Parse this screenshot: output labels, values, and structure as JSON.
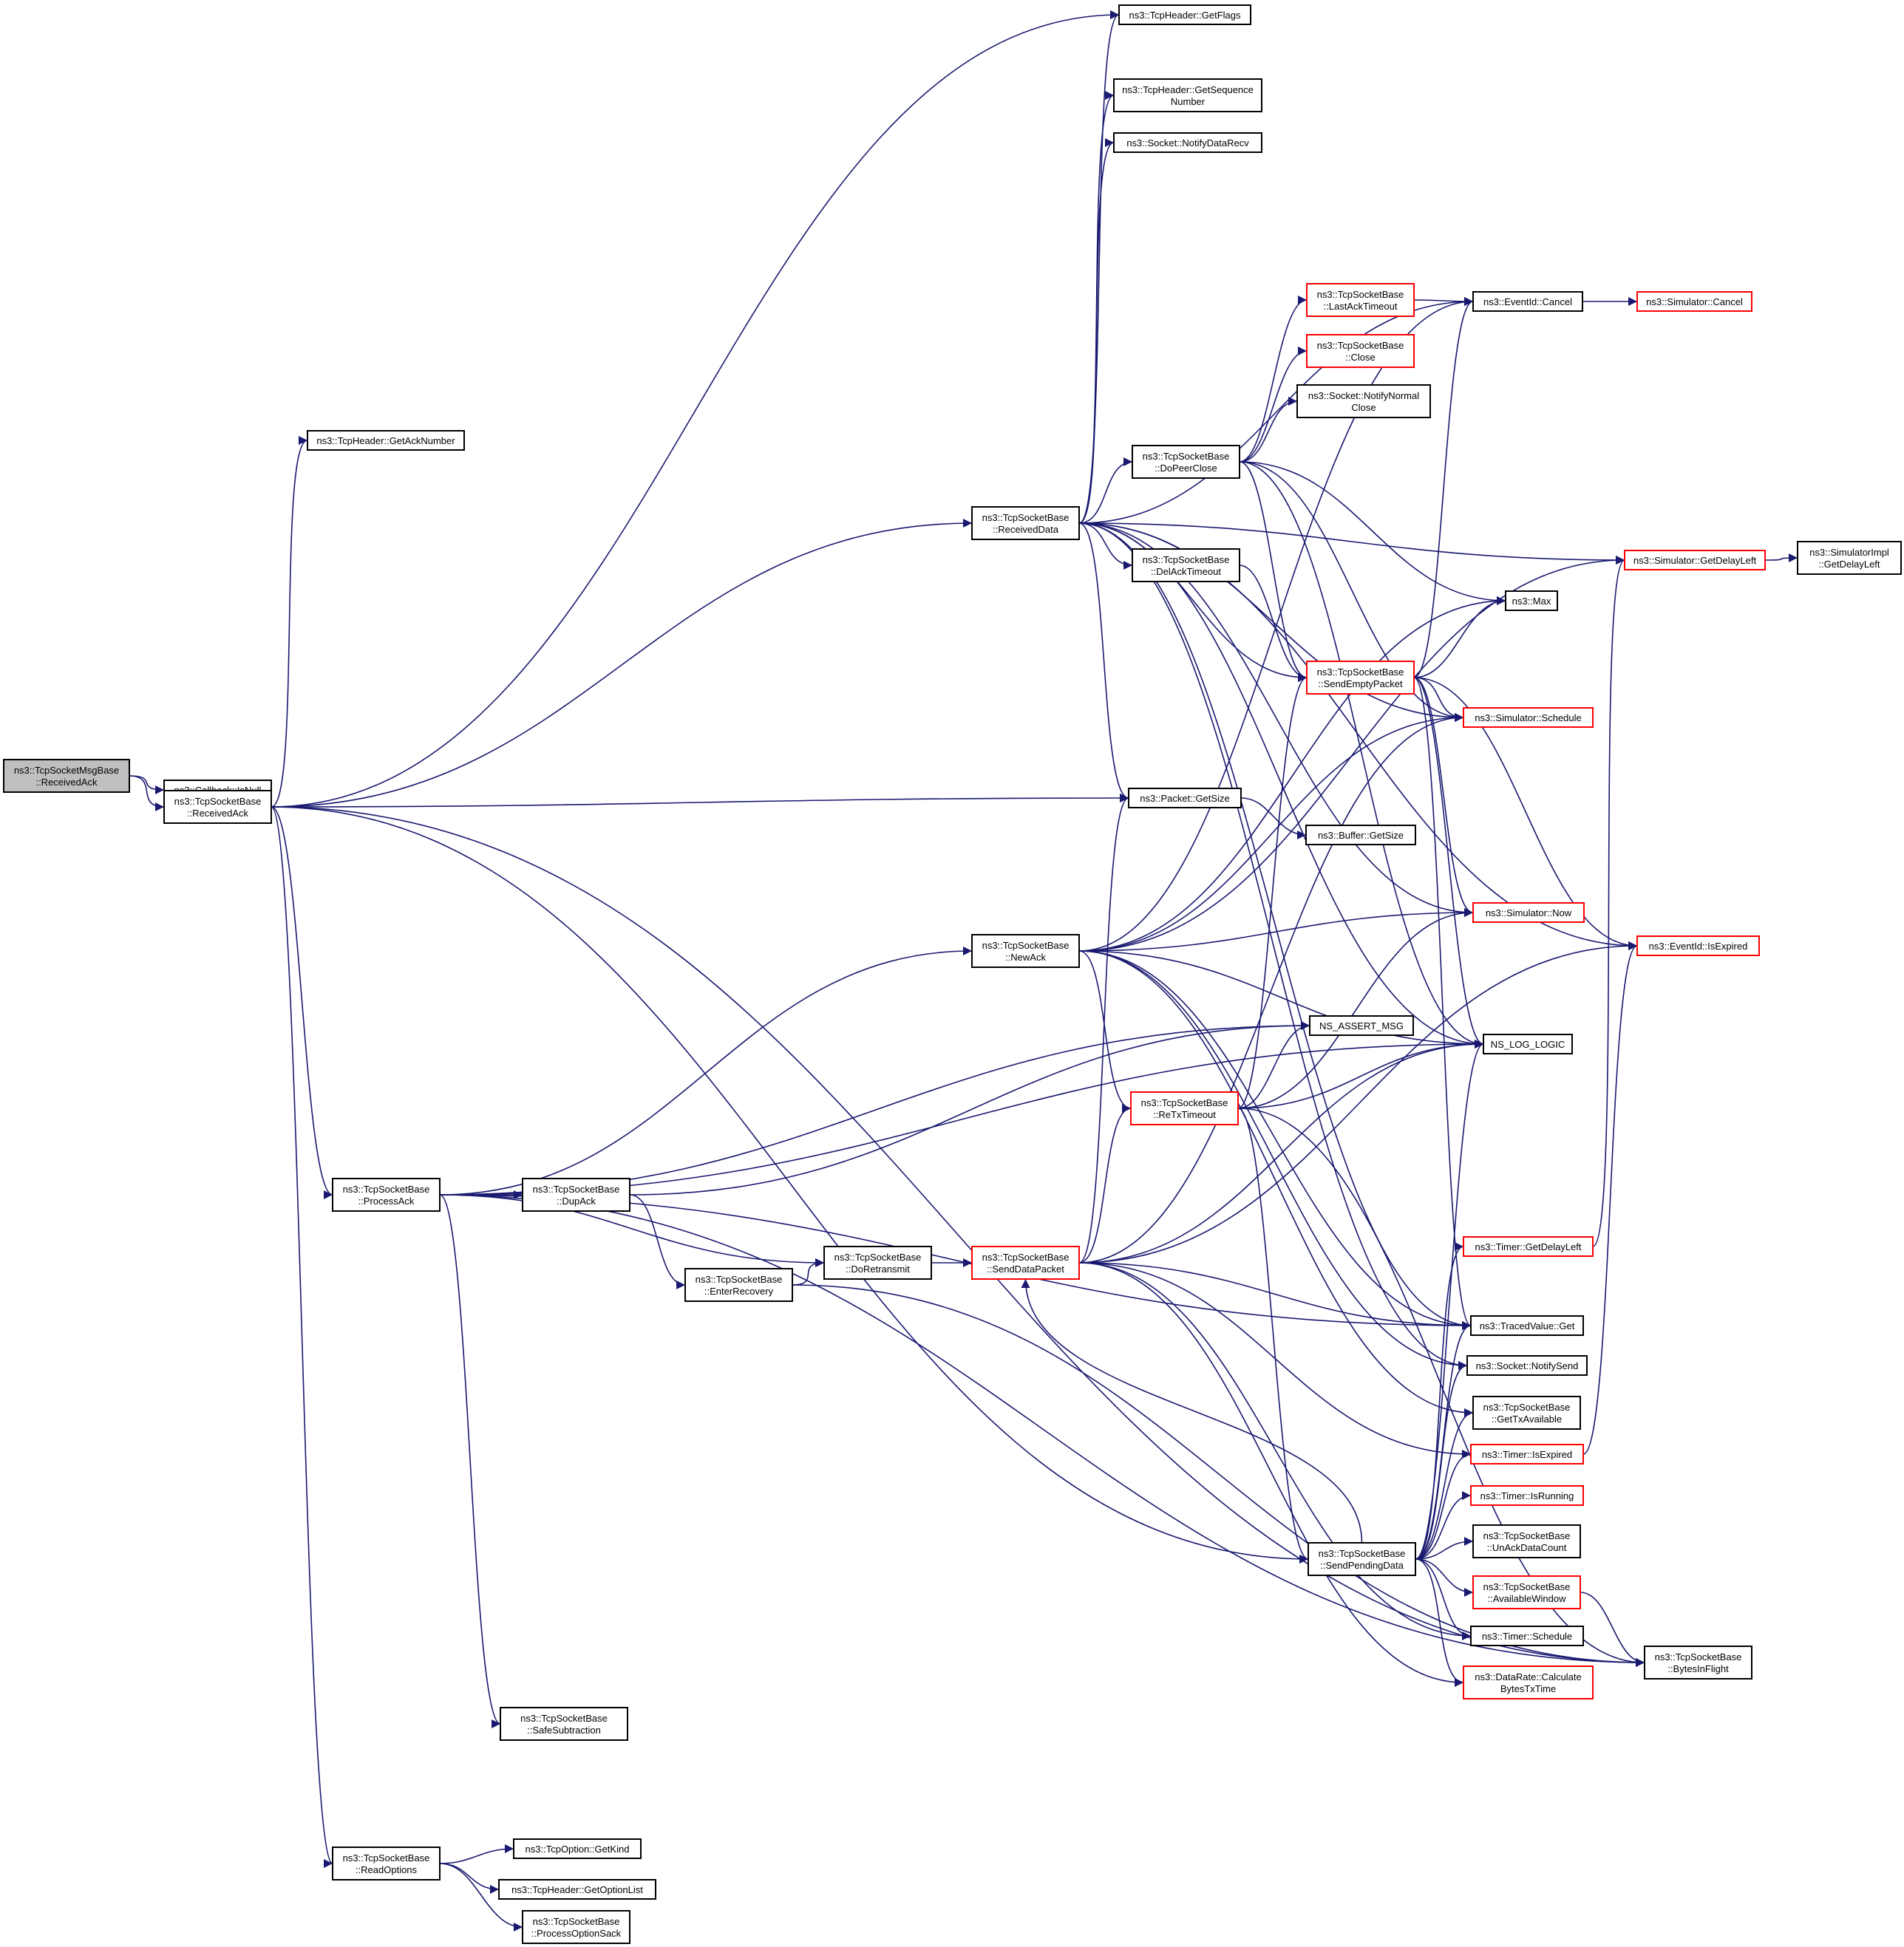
{
  "graph": {
    "nodes": [
      {
        "id": "root",
        "lines": [
          "ns3::TcpSocketMsgBase",
          "::ReceivedAck"
        ],
        "style": "root"
      },
      {
        "id": "isnull",
        "lines": [
          "ns3::Callback::IsNull"
        ]
      },
      {
        "id": "recvack",
        "lines": [
          "ns3::TcpSocketBase",
          "::ReceivedAck"
        ]
      },
      {
        "id": "getacknum",
        "lines": [
          "ns3::TcpHeader::GetAckNumber"
        ]
      },
      {
        "id": "getflags",
        "lines": [
          "ns3::TcpHeader::GetFlags"
        ]
      },
      {
        "id": "getseq",
        "lines": [
          "ns3::TcpHeader::GetSequence",
          "Number"
        ]
      },
      {
        "id": "notifydatarecv",
        "lines": [
          "ns3::Socket::NotifyDataRecv"
        ]
      },
      {
        "id": "lastack",
        "lines": [
          "ns3::TcpSocketBase",
          "::LastAckTimeout"
        ],
        "style": "red"
      },
      {
        "id": "evcancel",
        "lines": [
          "ns3::EventId::Cancel"
        ]
      },
      {
        "id": "simcancel",
        "lines": [
          "ns3::Simulator::Cancel"
        ],
        "style": "red"
      },
      {
        "id": "close",
        "lines": [
          "ns3::TcpSocketBase",
          "::Close"
        ],
        "style": "red"
      },
      {
        "id": "notifynormalclose",
        "lines": [
          "ns3::Socket::NotifyNormal",
          "Close"
        ]
      },
      {
        "id": "dopeerclose",
        "lines": [
          "ns3::TcpSocketBase",
          "::DoPeerClose"
        ]
      },
      {
        "id": "recvdata",
        "lines": [
          "ns3::TcpSocketBase",
          "::ReceivedData"
        ]
      },
      {
        "id": "getdelayleft",
        "lines": [
          "ns3::Simulator::GetDelayLeft"
        ],
        "style": "red"
      },
      {
        "id": "simimpl",
        "lines": [
          "ns3::SimulatorImpl",
          "::GetDelayLeft"
        ]
      },
      {
        "id": "delack",
        "lines": [
          "ns3::TcpSocketBase",
          "::DelAckTimeout"
        ]
      },
      {
        "id": "max",
        "lines": [
          "ns3::Max"
        ]
      },
      {
        "id": "sendempty",
        "lines": [
          "ns3::TcpSocketBase",
          "::SendEmptyPacket"
        ],
        "style": "red"
      },
      {
        "id": "schedule",
        "lines": [
          "ns3::Simulator::Schedule"
        ],
        "style": "red"
      },
      {
        "id": "pktsize",
        "lines": [
          "ns3::Packet::GetSize"
        ]
      },
      {
        "id": "bufsize",
        "lines": [
          "ns3::Buffer::GetSize"
        ]
      },
      {
        "id": "now",
        "lines": [
          "ns3::Simulator::Now"
        ],
        "style": "red"
      },
      {
        "id": "newack",
        "lines": [
          "ns3::TcpSocketBase",
          "::NewAck"
        ]
      },
      {
        "id": "evexpired",
        "lines": [
          "ns3::EventId::IsExpired"
        ],
        "style": "red"
      },
      {
        "id": "assert",
        "lines": [
          "NS_ASSERT_MSG"
        ]
      },
      {
        "id": "logic",
        "lines": [
          "NS_LOG_LOGIC"
        ]
      },
      {
        "id": "retx",
        "lines": [
          "ns3::TcpSocketBase",
          "::ReTxTimeout"
        ],
        "style": "red"
      },
      {
        "id": "processack",
        "lines": [
          "ns3::TcpSocketBase",
          "::ProcessAck"
        ]
      },
      {
        "id": "dupack",
        "lines": [
          "ns3::TcpSocketBase",
          "::DupAck"
        ]
      },
      {
        "id": "timerdelay",
        "lines": [
          "ns3::Timer::GetDelayLeft"
        ],
        "style": "red"
      },
      {
        "id": "doretransmit",
        "lines": [
          "ns3::TcpSocketBase",
          "::DoRetransmit"
        ]
      },
      {
        "id": "senddatapkt",
        "lines": [
          "ns3::TcpSocketBase",
          "::SendDataPacket"
        ],
        "style": "red"
      },
      {
        "id": "enterrecovery",
        "lines": [
          "ns3::TcpSocketBase",
          "::EnterRecovery"
        ]
      },
      {
        "id": "tracedget",
        "lines": [
          "ns3::TracedValue::Get"
        ]
      },
      {
        "id": "notifysend",
        "lines": [
          "ns3::Socket::NotifySend"
        ]
      },
      {
        "id": "gettxavail",
        "lines": [
          "ns3::TcpSocketBase",
          "::GetTxAvailable"
        ]
      },
      {
        "id": "timerexpired",
        "lines": [
          "ns3::Timer::IsExpired"
        ],
        "style": "red"
      },
      {
        "id": "timerrunning",
        "lines": [
          "ns3::Timer::IsRunning"
        ],
        "style": "red"
      },
      {
        "id": "sendpending",
        "lines": [
          "ns3::TcpSocketBase",
          "::SendPendingData"
        ]
      },
      {
        "id": "unack",
        "lines": [
          "ns3::TcpSocketBase",
          "::UnAckDataCount"
        ]
      },
      {
        "id": "availwin",
        "lines": [
          "ns3::TcpSocketBase",
          "::AvailableWindow"
        ],
        "style": "red"
      },
      {
        "id": "timersched",
        "lines": [
          "ns3::Timer::Schedule"
        ]
      },
      {
        "id": "bytesinflight",
        "lines": [
          "ns3::TcpSocketBase",
          "::BytesInFlight"
        ]
      },
      {
        "id": "datarate",
        "lines": [
          "ns3::DataRate::Calculate",
          "BytesTxTime"
        ],
        "style": "red"
      },
      {
        "id": "safesub",
        "lines": [
          "ns3::TcpSocketBase",
          "::SafeSubtraction"
        ]
      },
      {
        "id": "readopts",
        "lines": [
          "ns3::TcpSocketBase",
          "::ReadOptions"
        ]
      },
      {
        "id": "getkind",
        "lines": [
          "ns3::TcpOption::GetKind"
        ]
      },
      {
        "id": "getoptlist",
        "lines": [
          "ns3::TcpHeader::GetOptionList"
        ]
      },
      {
        "id": "procsack",
        "lines": [
          "ns3::TcpSocketBase",
          "::ProcessOptionSack"
        ]
      }
    ],
    "edges": [
      [
        "root",
        "isnull"
      ],
      [
        "root",
        "recvack"
      ],
      [
        "recvack",
        "getacknum"
      ],
      [
        "recvack",
        "getflags"
      ],
      [
        "recvack",
        "recvdata"
      ],
      [
        "recvack",
        "pktsize"
      ],
      [
        "recvack",
        "processack"
      ],
      [
        "recvack",
        "sendpending"
      ],
      [
        "recvack",
        "bytesinflight"
      ],
      [
        "recvack",
        "readopts"
      ],
      [
        "recvdata",
        "getflags"
      ],
      [
        "recvdata",
        "getseq"
      ],
      [
        "recvdata",
        "notifydatarecv"
      ],
      [
        "recvdata",
        "getdelayleft"
      ],
      [
        "recvdata",
        "evcancel"
      ],
      [
        "recvdata",
        "evexpired"
      ],
      [
        "recvdata",
        "dopeerclose"
      ],
      [
        "recvdata",
        "delack"
      ],
      [
        "recvdata",
        "sendempty"
      ],
      [
        "recvdata",
        "schedule"
      ],
      [
        "recvdata",
        "pktsize"
      ],
      [
        "recvdata",
        "logic"
      ],
      [
        "recvdata",
        "now"
      ],
      [
        "recvdata",
        "tracedget"
      ],
      [
        "recvdata",
        "notifysend"
      ],
      [
        "dopeerclose",
        "lastack"
      ],
      [
        "dopeerclose",
        "close"
      ],
      [
        "dopeerclose",
        "notifynormalclose"
      ],
      [
        "dopeerclose",
        "max"
      ],
      [
        "dopeerclose",
        "sendempty"
      ],
      [
        "dopeerclose",
        "schedule"
      ],
      [
        "dopeerclose",
        "logic"
      ],
      [
        "lastack",
        "evcancel"
      ],
      [
        "evcancel",
        "simcancel"
      ],
      [
        "getdelayleft",
        "simimpl"
      ],
      [
        "delack",
        "sendempty"
      ],
      [
        "sendempty",
        "evcancel"
      ],
      [
        "sendempty",
        "max"
      ],
      [
        "sendempty",
        "schedule"
      ],
      [
        "sendempty",
        "now"
      ],
      [
        "sendempty",
        "evexpired"
      ],
      [
        "sendempty",
        "logic"
      ],
      [
        "sendempty",
        "tracedget"
      ],
      [
        "pktsize",
        "bufsize"
      ],
      [
        "newack",
        "evcancel"
      ],
      [
        "newack",
        "getdelayleft"
      ],
      [
        "newack",
        "max"
      ],
      [
        "newack",
        "schedule"
      ],
      [
        "newack",
        "now"
      ],
      [
        "newack",
        "logic"
      ],
      [
        "newack",
        "retx"
      ],
      [
        "newack",
        "tracedget"
      ],
      [
        "newack",
        "gettxavail"
      ],
      [
        "newack",
        "notifysend"
      ],
      [
        "retx",
        "sendempty"
      ],
      [
        "retx",
        "assert"
      ],
      [
        "retx",
        "now"
      ],
      [
        "retx",
        "logic"
      ],
      [
        "retx",
        "sendpending"
      ],
      [
        "retx",
        "bytesinflight"
      ],
      [
        "processack",
        "newack"
      ],
      [
        "processack",
        "assert"
      ],
      [
        "processack",
        "logic"
      ],
      [
        "processack",
        "dupack"
      ],
      [
        "processack",
        "doretransmit"
      ],
      [
        "processack",
        "tracedget"
      ],
      [
        "processack",
        "safesub"
      ],
      [
        "processack",
        "bytesinflight"
      ],
      [
        "dupack",
        "assert"
      ],
      [
        "dupack",
        "enterrecovery"
      ],
      [
        "enterrecovery",
        "doretransmit"
      ],
      [
        "enterrecovery",
        "bytesinflight"
      ],
      [
        "doretransmit",
        "senddatapkt"
      ],
      [
        "senddatapkt",
        "pktsize"
      ],
      [
        "senddatapkt",
        "schedule"
      ],
      [
        "senddatapkt",
        "retx"
      ],
      [
        "senddatapkt",
        "logic"
      ],
      [
        "senddatapkt",
        "evexpired"
      ],
      [
        "senddatapkt",
        "tracedget"
      ],
      [
        "senddatapkt",
        "timerexpired"
      ],
      [
        "senddatapkt",
        "timersched"
      ],
      [
        "senddatapkt",
        "datarate"
      ],
      [
        "timerdelay",
        "getdelayleft"
      ],
      [
        "timerexpired",
        "evexpired"
      ],
      [
        "sendpending",
        "senddatapkt"
      ],
      [
        "sendpending",
        "logic"
      ],
      [
        "sendpending",
        "timerdelay"
      ],
      [
        "sendpending",
        "tracedget"
      ],
      [
        "sendpending",
        "gettxavail"
      ],
      [
        "sendpending",
        "timerexpired"
      ],
      [
        "sendpending",
        "timerrunning"
      ],
      [
        "sendpending",
        "unack"
      ],
      [
        "sendpending",
        "availwin"
      ],
      [
        "sendpending",
        "timersched"
      ],
      [
        "sendpending",
        "datarate"
      ],
      [
        "sendpending",
        "notifysend"
      ],
      [
        "availwin",
        "bytesinflight"
      ],
      [
        "readopts",
        "getkind"
      ],
      [
        "readopts",
        "getoptlist"
      ],
      [
        "readopts",
        "procsack"
      ]
    ]
  }
}
